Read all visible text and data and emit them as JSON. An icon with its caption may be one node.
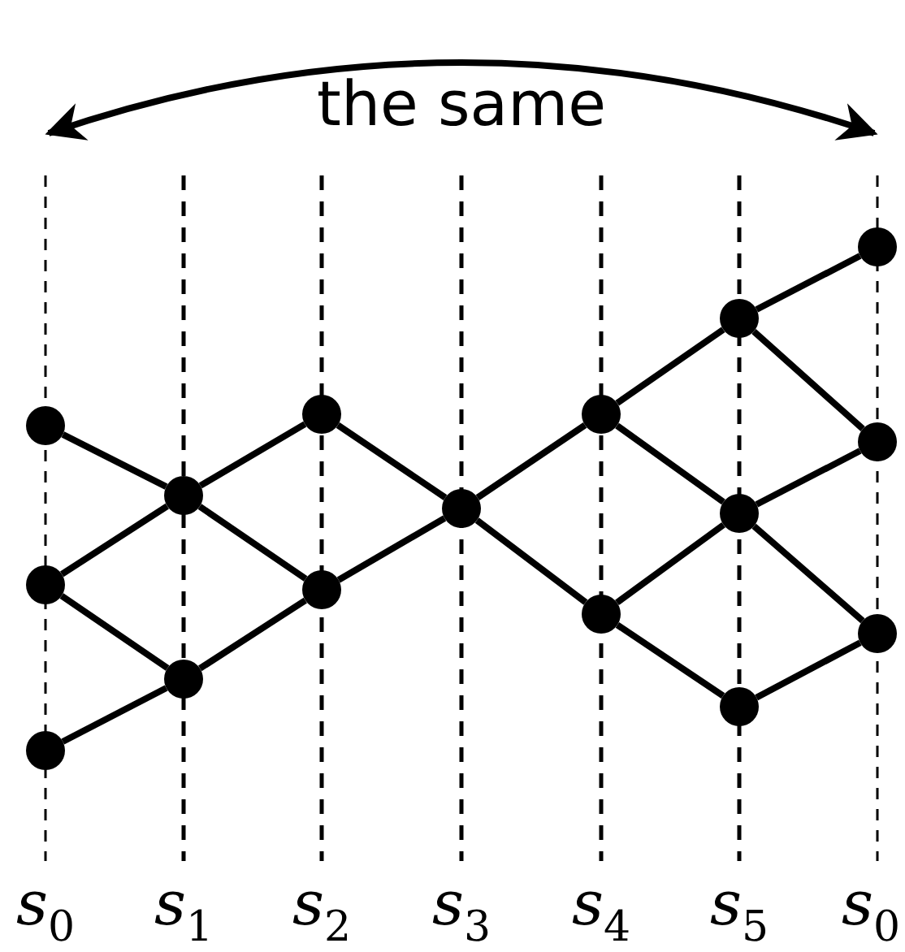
{
  "diagram": {
    "nodes": [
      {
        "text": [],
        "shape": "circle"
      },
      {
        "text": [],
        "shape": "circle"
      },
      {
        "text": [],
        "shape": "circle"
      },
      {
        "text": [],
        "shape": "circle"
      },
      {
        "text": [],
        "shape": "circle"
      },
      {
        "text": [],
        "shape": "circle"
      },
      {
        "text": [],
        "shape": "circle"
      },
      {
        "text": [],
        "shape": "circle"
      },
      {
        "text": [],
        "shape": "circle"
      },
      {
        "text": [],
        "shape": "circle"
      },
      {
        "text": [],
        "shape": "circle"
      },
      {
        "text": [],
        "shape": "circle"
      },
      {
        "text": [],
        "shape": "circle"
      },
      {
        "text": [],
        "shape": "circle"
      },
      {
        "text": [],
        "shape": "circle"
      },
      {
        "text": [],
        "shape": "circle"
      }
    ],
    "edges": [
      {
        "from": 0,
        "to": 3,
        "arrow": "none"
      },
      {
        "from": 1,
        "to": 3,
        "arrow": "none"
      },
      {
        "from": 1,
        "to": 4,
        "arrow": "none"
      },
      {
        "from": 2,
        "to": 4,
        "arrow": "none"
      },
      {
        "from": 3,
        "to": 5,
        "arrow": "none"
      },
      {
        "from": 3,
        "to": 6,
        "arrow": "none"
      },
      {
        "from": 4,
        "to": 6,
        "arrow": "none"
      },
      {
        "from": 5,
        "to": 7,
        "arrow": "none"
      },
      {
        "from": 6,
        "to": 7,
        "arrow": "none"
      },
      {
        "from": 7,
        "to": 8,
        "arrow": "none"
      },
      {
        "from": 7,
        "to": 9,
        "arrow": "none"
      },
      {
        "from": 8,
        "to": 10,
        "arrow": "none"
      },
      {
        "from": 8,
        "to": 11,
        "arrow": "none"
      },
      {
        "from": 9,
        "to": 11,
        "arrow": "none"
      },
      {
        "from": 9,
        "to": 12,
        "arrow": "none"
      },
      {
        "from": 10,
        "to": 13,
        "arrow": "none"
      },
      {
        "from": 10,
        "to": 14,
        "arrow": "none"
      },
      {
        "from": 11,
        "to": 14,
        "arrow": "none"
      },
      {
        "from": 11,
        "to": 15,
        "arrow": "none"
      },
      {
        "from": 12,
        "to": 15,
        "arrow": "none"
      }
    ],
    "labels": [
      "the same",
      "s$_{0}$",
      "s$_{1}$",
      "s$_{2}$",
      "s$_{3}$",
      "s$_{4}$",
      "s$_{5}$",
      "s$_{0}$"
    ]
  }
}
